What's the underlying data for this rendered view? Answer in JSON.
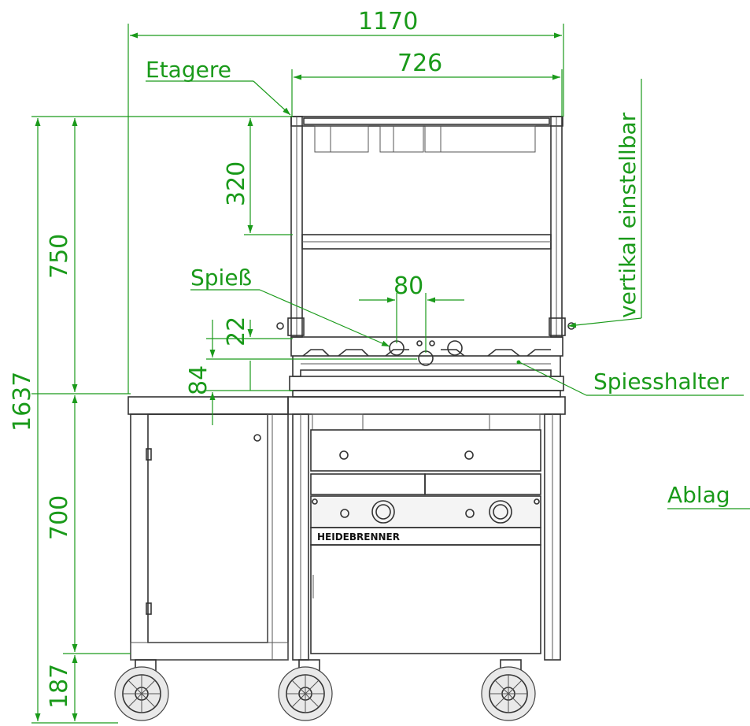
{
  "labels": {
    "etagere": "Etagere",
    "vertical_adjustable": "vertikal einstellbar",
    "skewer": "Spieß",
    "skewer_holder": "Spiesshalter",
    "shelf": "Ablag",
    "brand": "HEIDEBRENNER"
  },
  "dimensions": {
    "total_width": "1170",
    "etagere_width": "726",
    "total_height": "1637",
    "etagere_height": "750",
    "shelf_spacing": "320",
    "skewer_spacing": "80",
    "skewer_offset": "22",
    "holder_height": "84",
    "body_height": "700",
    "wheel_height": "187"
  },
  "colors": {
    "dimension_lines": "#1a9a1a",
    "machine_lines": "#333333"
  }
}
